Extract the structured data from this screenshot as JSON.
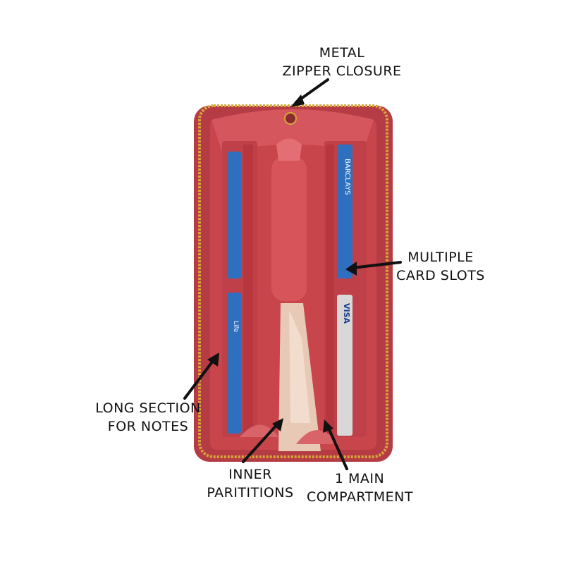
{
  "labels": {
    "zipper": {
      "line1": "METAL",
      "line2": "ZIPPER CLOSURE"
    },
    "cards": {
      "line1": "MULTIPLE",
      "line2": "CARD SLOTS"
    },
    "notes": {
      "line1": "LONG SECTION",
      "line2": "FOR NOTES"
    },
    "inner": {
      "line1": "INNER",
      "line2": "PARITITIONS"
    },
    "main": {
      "line1": "1 MAIN",
      "line2": "COMPARTMENT"
    }
  },
  "card_text": {
    "bank": "BARCLAYS",
    "brand": "VISA",
    "left_card": "Life"
  },
  "colors": {
    "leather": "#c9454c",
    "leather_dark": "#a8353b",
    "lining": "#e8a79e",
    "card_blue": "#2f6fc0",
    "zipper_gold": "#d6a83a",
    "arrow": "#111111"
  }
}
